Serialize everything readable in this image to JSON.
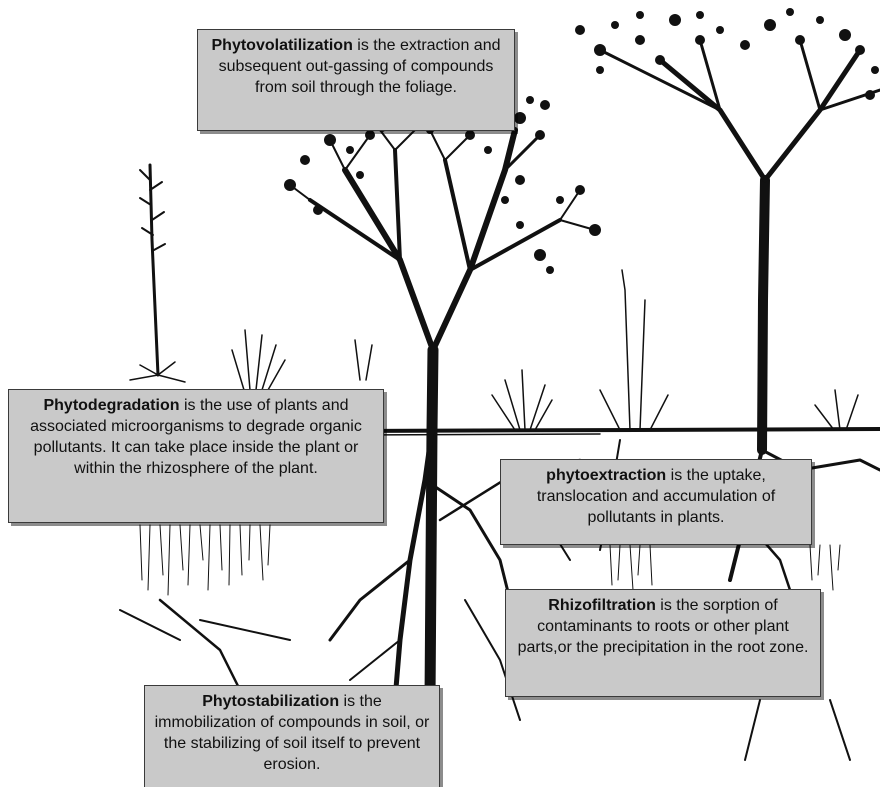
{
  "callouts": {
    "phytovolatilization": {
      "term": "Phytovolatilization",
      "text": " is the extraction and subsequent out-gassing of compounds from soil through the foliage."
    },
    "phytodegradation": {
      "term": "Phytodegradation",
      "text": " is the use of plants and associated microorganisms to degrade organic pollutants. It can take place inside the plant or within the rhizosphere of the plant."
    },
    "phytoextraction": {
      "term": "phytoextraction",
      "text": " is the uptake, translocation and accumulation of pollutants in plants."
    },
    "rhizofiltration": {
      "term": "Rhizofiltration",
      "text": " is the sorption of contaminants to roots or other plant parts,or the precipitation in the root zone."
    },
    "phytostabilization": {
      "term": "Phytostabilization",
      "text": " is the immobilization of compounds in soil, or the stabilizing of soil itself to prevent erosion."
    }
  },
  "colors": {
    "box_fill": "#c9c9c9",
    "ink": "#111111"
  }
}
